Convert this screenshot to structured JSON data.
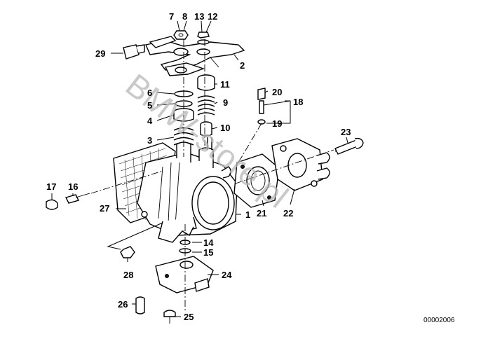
{
  "watermark": "BMW-store.pl",
  "document_number": "00002006",
  "callouts": [
    "1",
    "2",
    "3",
    "4",
    "5",
    "6",
    "7",
    "8",
    "9",
    "10",
    "11",
    "12",
    "13",
    "14",
    "15",
    "16",
    "17",
    "18",
    "19",
    "20",
    "21",
    "22",
    "23",
    "24",
    "25",
    "26",
    "27",
    "28",
    "29"
  ],
  "colors": {
    "line": "#000000",
    "background": "#ffffff",
    "watermark": "#b8b8b8"
  }
}
